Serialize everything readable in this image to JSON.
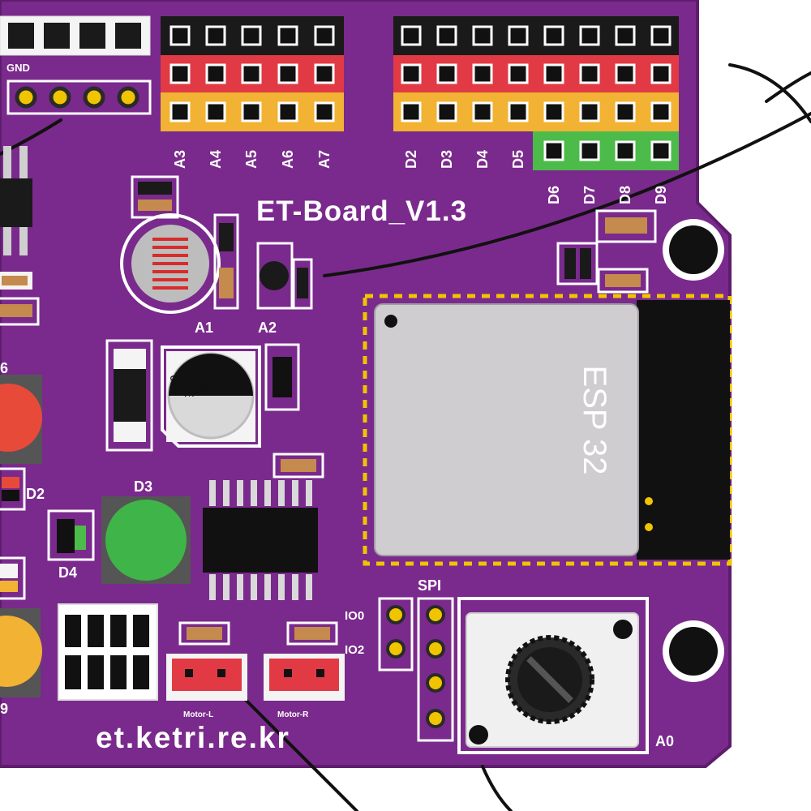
{
  "board": {
    "title": "ET-Board_V1.3",
    "url_text": "et.ketri.re.kr",
    "colors": {
      "pcb": "#7a2a8c",
      "pcb_edge": "#6a2279",
      "silk": "#ffffff",
      "header_black": "#1a1a1a",
      "header_red": "#e23a45",
      "header_yellow": "#f2b233",
      "header_green": "#4cbb4a",
      "btn_red": "#e84a3a",
      "btn_green": "#3fb448",
      "btn_yellow": "#f2b233",
      "module_silver": "#cfcdd0",
      "gold": "#f1c400"
    }
  },
  "labels": {
    "gnd": "GND",
    "analog_pins": [
      "A3",
      "A4",
      "A5",
      "A6",
      "A7"
    ],
    "digital_pins_top": [
      "D2",
      "D3",
      "D4",
      "D5"
    ],
    "digital_pins_green": [
      "D6",
      "D7",
      "D8",
      "D9"
    ],
    "a1": "A1",
    "a2": "A2",
    "a0": "A0",
    "d2": "D2",
    "d3": "D3",
    "d4": "D4",
    "d6": "6",
    "spi": "SPI",
    "io0": "IO0",
    "io2": "IO2",
    "motor_l": "Motor-L",
    "motor_r": "Motor-R",
    "esp32": "ESP 32",
    "cap_text_1": "1A",
    "cap_text_2": "ABE",
    "cap_text_3": "001",
    "partial_bottom": "9"
  },
  "icons": {
    "photoresistor": "photoresistor-icon",
    "potentiometer": "potentiometer-knob-icon",
    "capacitor": "electrolytic-capacitor-icon",
    "chip": "ic-chip-icon"
  }
}
